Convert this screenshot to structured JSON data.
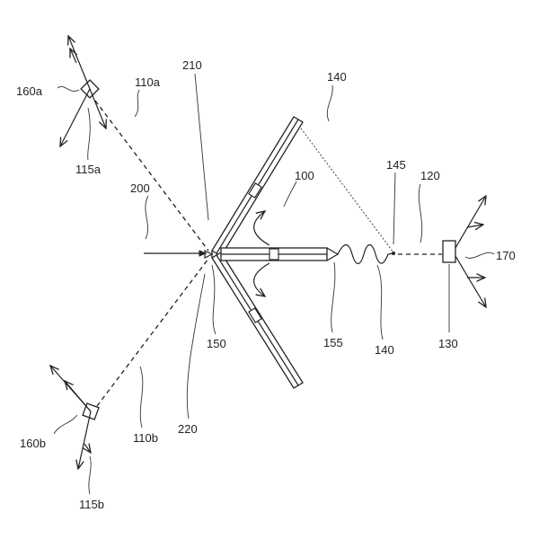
{
  "labels": {
    "l160a": "160a",
    "l110a": "110a",
    "l210": "210",
    "l140_top": "140",
    "l115a": "115a",
    "l200": "200",
    "l100": "100",
    "l145": "145",
    "l120": "120",
    "l170": "170",
    "l150": "150",
    "l155": "155",
    "l140_bottom": "140",
    "l130": "130",
    "l110b": "110b",
    "l220": "220",
    "l160b": "160b",
    "l115b": "115b"
  }
}
